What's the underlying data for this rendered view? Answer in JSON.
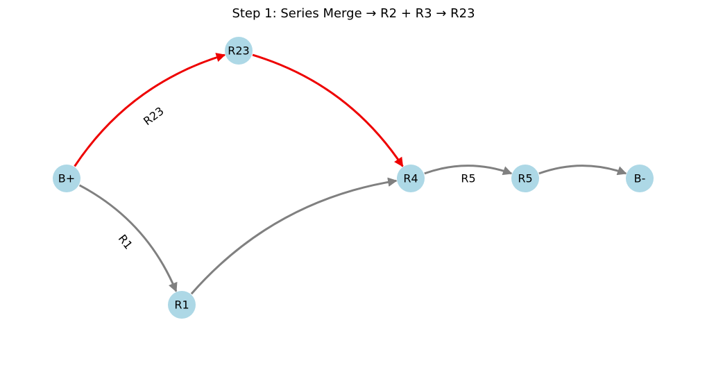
{
  "title": "Step 1: Series Merge → R2 + R3 → R23",
  "colors": {
    "node_fill": "#add8e6",
    "edge_default": "#808080",
    "edge_highlight": "#ee0000",
    "text": "#000000"
  },
  "nodes": [
    {
      "id": "Bplus",
      "label": "B+"
    },
    {
      "id": "R23",
      "label": "R23"
    },
    {
      "id": "R1",
      "label": "R1"
    },
    {
      "id": "R4",
      "label": "R4"
    },
    {
      "id": "R5",
      "label": "R5"
    },
    {
      "id": "Bminus",
      "label": "B-"
    }
  ],
  "edges": [
    {
      "from": "Bplus",
      "to": "R23",
      "label": "R23",
      "highlight": true
    },
    {
      "from": "R23",
      "to": "R4",
      "label": "",
      "highlight": true
    },
    {
      "from": "Bplus",
      "to": "R1",
      "label": "R1",
      "highlight": false
    },
    {
      "from": "R1",
      "to": "R4",
      "label": "",
      "highlight": false
    },
    {
      "from": "R4",
      "to": "R5",
      "label": "R5",
      "highlight": false
    },
    {
      "from": "R5",
      "to": "Bminus",
      "label": "",
      "highlight": false
    }
  ]
}
